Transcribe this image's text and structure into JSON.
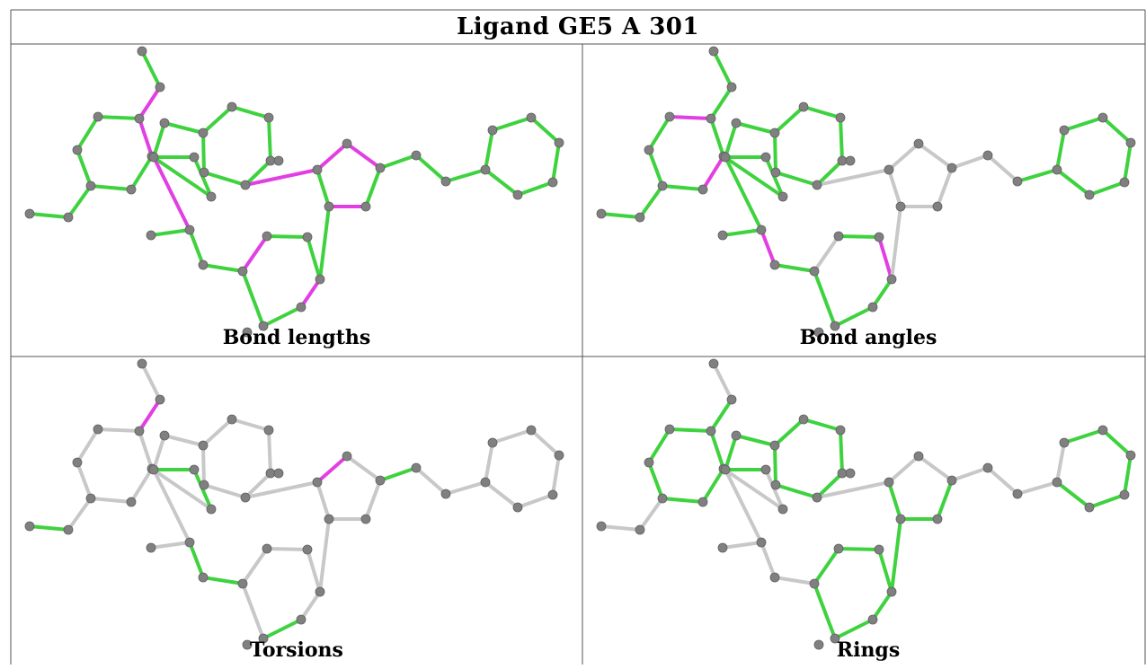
{
  "title": "Ligand GE5 A 301",
  "panels": [
    {
      "caption": "Bond lengths"
    },
    {
      "caption": "Bond angles"
    },
    {
      "caption": "Torsions"
    },
    {
      "caption": "Rings"
    }
  ],
  "colors": {
    "ok_bond": "#3fd23f",
    "outlier_bond": "#e23fe2",
    "unassessed_bond": "#c8c8c8",
    "atom": "#808080",
    "grid_line": "#555555"
  }
}
